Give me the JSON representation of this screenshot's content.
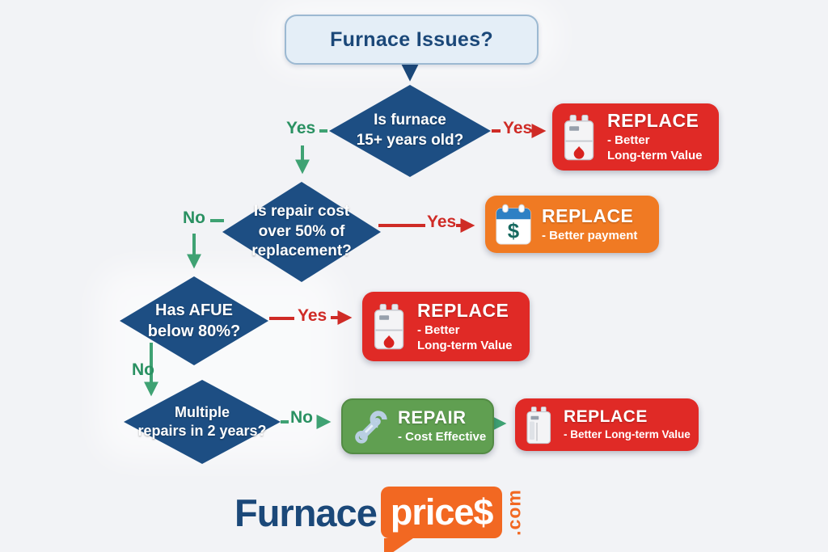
{
  "title": {
    "text": "Furnace Issues?"
  },
  "decisions": [
    {
      "id": "furnace-age",
      "text": "Is furnace\n15+ years old?"
    },
    {
      "id": "repair-cost",
      "text": "Is repair cost\nover 50% of\nreplacement?"
    },
    {
      "id": "afue",
      "text": "Has AFUE\nbelow 80%?"
    },
    {
      "id": "multiple-repairs",
      "text": "Multiple\nrepairs in 2 years?"
    }
  ],
  "edges": [
    {
      "from": "furnace-age",
      "direction": "right",
      "label": "Yes",
      "color": "red"
    },
    {
      "from": "furnace-age",
      "direction": "down",
      "label": "Yes",
      "color": "green"
    },
    {
      "from": "repair-cost",
      "direction": "right",
      "label": "Yes",
      "color": "red"
    },
    {
      "from": "repair-cost",
      "direction": "down",
      "label": "No",
      "color": "green"
    },
    {
      "from": "afue",
      "direction": "right",
      "label": "Yes",
      "color": "red"
    },
    {
      "from": "afue",
      "direction": "down",
      "label": "No",
      "color": "green"
    },
    {
      "from": "multiple-repairs",
      "direction": "right",
      "label": "No",
      "color": "green"
    }
  ],
  "outcomes": [
    {
      "id": "replace-old",
      "label": "REPLACE",
      "detail": "- Better\nLong-term Value",
      "icon": "furnace-icon",
      "color": "#e02a26"
    },
    {
      "id": "replace-payment",
      "label": "REPLACE",
      "detail": "- Better payment",
      "icon": "calendar-dollar-icon",
      "color": "#f07a23"
    },
    {
      "id": "replace-afue",
      "label": "REPLACE",
      "detail": "- Better\nLong-term Value",
      "icon": "furnace-icon",
      "color": "#e02a26"
    },
    {
      "id": "repair",
      "label": "REPAIR",
      "detail": "- Cost Effective",
      "icon": "wrench-icon",
      "color": "#609f51"
    },
    {
      "id": "replace-repairs",
      "label": "REPLACE",
      "detail": "- Better Long-term Value",
      "icon": "furnace-icon",
      "color": "#e02a26"
    }
  ],
  "logo": {
    "brand": "Furnace",
    "bubble": "price$",
    "tld": ".com"
  },
  "colors": {
    "navy": "#1c4b7e",
    "red": "#e02a26",
    "orange": "#f07a23",
    "green": "#609f51",
    "edge_green": "#2a9162",
    "edge_red": "#cf2b26",
    "background": "#f2f3f6",
    "logo_orange": "#f26822",
    "title_fill": "#e4eef7"
  }
}
